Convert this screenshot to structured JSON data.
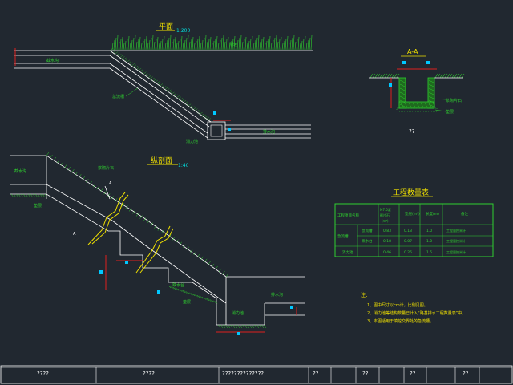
{
  "plan": {
    "title": "平面",
    "scale": "1:200",
    "labels": {
      "top_right": "阴坡",
      "left_channel": "截水沟",
      "chute": "急流槽",
      "basin": "消力池",
      "outlet": "排水沟"
    }
  },
  "profile": {
    "title": "纵剖面",
    "scale": "1:40",
    "labels": {
      "left_top": "截水沟",
      "left_mid": "垫层",
      "slope_top": "浆砌片石",
      "step": "跌水台",
      "step2": "垫层",
      "basin": "消力池",
      "outlet": "排水沟"
    },
    "marks": [
      "A",
      "A"
    ]
  },
  "section": {
    "title": "A-A",
    "labels": {
      "wall": "浆砌片石",
      "base": "垫层"
    },
    "caption": "??"
  },
  "table": {
    "title": "工程数量表",
    "headers": [
      "工程项目名称",
      "M7.5浆砌片石(m³)",
      "垫层(m³)",
      "长度(m)",
      "备注"
    ],
    "rows": [
      [
        "急流槽",
        "急流槽",
        "0.83",
        "0.13",
        "1.0",
        "工程量按米计"
      ],
      [
        "",
        "跌水台",
        "0.18",
        "0.07",
        "1.0",
        "工程量按米计"
      ],
      [
        "消力池",
        "",
        "0.46",
        "0.26",
        "1.5",
        "工程量按米计"
      ]
    ]
  },
  "notes": {
    "heading": "注：",
    "items": [
      "1、图中尺寸以cm计，比例见图。",
      "2、消力池等结构数量已计入“路基排水工程数量表”中。",
      "3、本图适用于填挖交界处的急流槽。"
    ]
  },
  "title_block": [
    "????",
    "????",
    "??????????????",
    "??",
    "??",
    "??",
    "??"
  ],
  "colors": {
    "background": "#212830",
    "line": "#ffffff",
    "hatch": "#2fd12f",
    "title": "#f0e000",
    "dim": "#e0201e",
    "marker": "#00c8ff",
    "label": "#2fd12f"
  }
}
